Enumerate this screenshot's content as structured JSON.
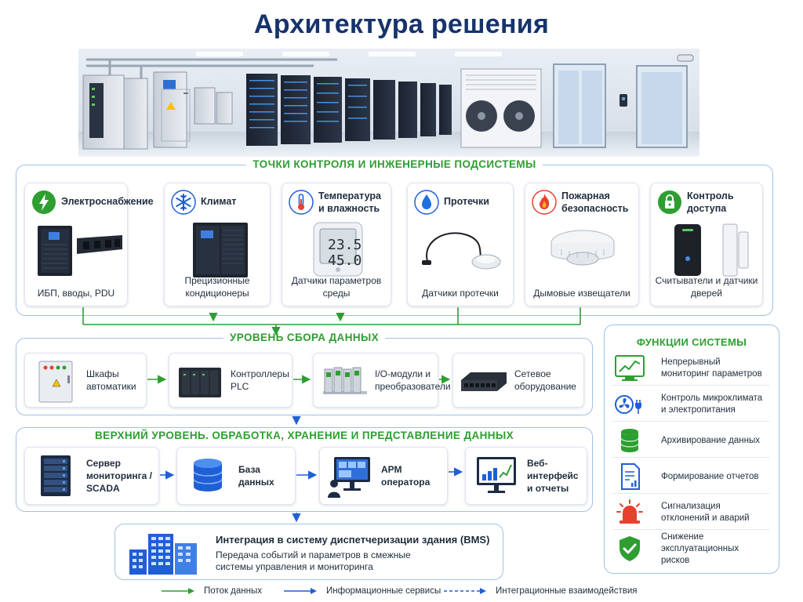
{
  "title": "Архитектура решения",
  "control_points": {
    "title": "ТОЧКИ КОНТРОЛЯ И ИНЖЕНЕРНЫЕ ПОДСИСТЕМЫ",
    "cards": [
      {
        "title": "Электроснабжение",
        "caption": "ИБП, вводы, PDU"
      },
      {
        "title": "Климат",
        "caption": "Прецизионные кондиционеры"
      },
      {
        "title": "Температура и влажность",
        "caption": "Датчики параметров среды",
        "display_top": "23.5",
        "display_bottom": "45.0"
      },
      {
        "title": "Протечки",
        "caption": "Датчики протечки"
      },
      {
        "title": "Пожарная безопасность",
        "caption": "Дымовые извещатели"
      },
      {
        "title": "Контроль доступа",
        "caption": "Считыватели и датчики дверей"
      }
    ]
  },
  "data_collection": {
    "title": "УРОВЕНЬ СБОРА ДАННЫХ",
    "boxes": [
      {
        "label": "Шкафы автоматики"
      },
      {
        "label": "Контроллеры PLC"
      },
      {
        "label": "I/O-модули и преобразователи"
      },
      {
        "label": "Сетевое оборудование"
      }
    ]
  },
  "upper_level": {
    "title": "ВЕРХНИЙ УРОВЕНЬ. ОБРАБОТКА, ХРАНЕНИЕ И ПРЕДСТАВЛЕНИЕ ДАННЫХ",
    "boxes": [
      {
        "label": "Сервер мониторинга / SCADA"
      },
      {
        "label": "База данных"
      },
      {
        "label": "АРМ оператора"
      },
      {
        "label": "Веб-интерфейс и отчеты"
      }
    ]
  },
  "bms": {
    "title": "Интеграция в систему диспетчеризации здания (BMS)",
    "subtitle": "Передача событий и параметров в смежные системы управления и мониторинга"
  },
  "functions": {
    "title": "ФУНКЦИИ СИСТЕМЫ",
    "items": [
      {
        "label": "Непрерывный мониторинг параметров",
        "icon": "monitoring-chart-icon"
      },
      {
        "label": "Контроль микроклимата и электропитания",
        "icon": "fan-plug-icon"
      },
      {
        "label": "Архивирование данных",
        "icon": "database-icon"
      },
      {
        "label": "Формирование отчетов",
        "icon": "report-icon"
      },
      {
        "label": "Сигнализация отклонений и аварий",
        "icon": "alarm-icon"
      },
      {
        "label": "Снижение эксплуатационных рисков",
        "icon": "shield-check-icon"
      }
    ]
  },
  "legend": [
    {
      "label": "Поток данных",
      "color": "#2e9e31",
      "style": "solid"
    },
    {
      "label": "Информационные сервисы",
      "color": "#1f5fd6",
      "style": "solid"
    },
    {
      "label": "Интеграционные взаимодействия",
      "color": "#1f5fd6",
      "style": "dashed"
    }
  ],
  "colors": {
    "accent_green": "#2e9e31",
    "accent_blue": "#1f5fd6",
    "title_navy": "#17336b",
    "panel_border": "#9fc0e6"
  }
}
